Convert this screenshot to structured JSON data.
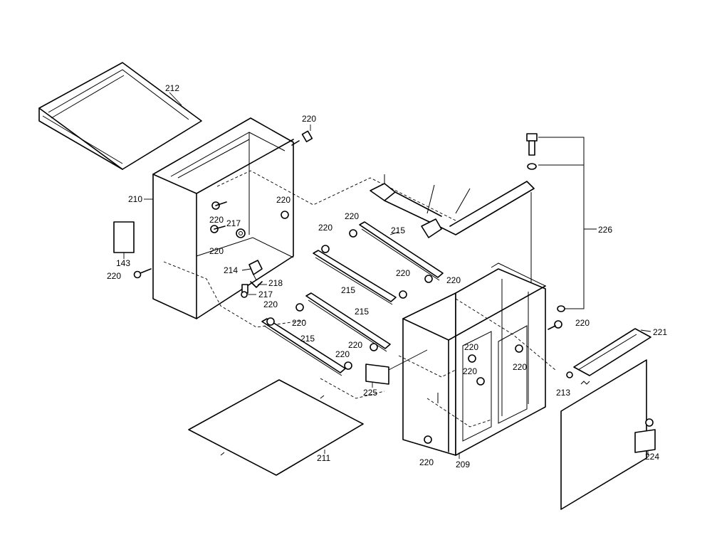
{
  "diagram": {
    "labels": {
      "p212": "212",
      "p210": "210",
      "p143": "143",
      "p220_a": "220",
      "p220_b": "220",
      "p220_c": "220",
      "p220_d": "220",
      "p220_e": "220",
      "p220_f": "220",
      "p220_g": "220",
      "p220_h": "220",
      "p220_i": "220",
      "p220_j": "220",
      "p220_k": "220",
      "p220_l": "220",
      "p220_m": "220",
      "p220_n": "220",
      "p220_o": "220",
      "p220_p": "220",
      "p220_q": "220",
      "p217_a": "217",
      "p217_b": "217",
      "p214": "214",
      "p218": "218",
      "p215_a": "215",
      "p215_b": "215",
      "p215_c": "215",
      "p215_d": "215",
      "p226": "226",
      "p221": "221",
      "p213": "213",
      "p225": "225",
      "p209": "209",
      "p211": "211",
      "p224": "224"
    }
  }
}
